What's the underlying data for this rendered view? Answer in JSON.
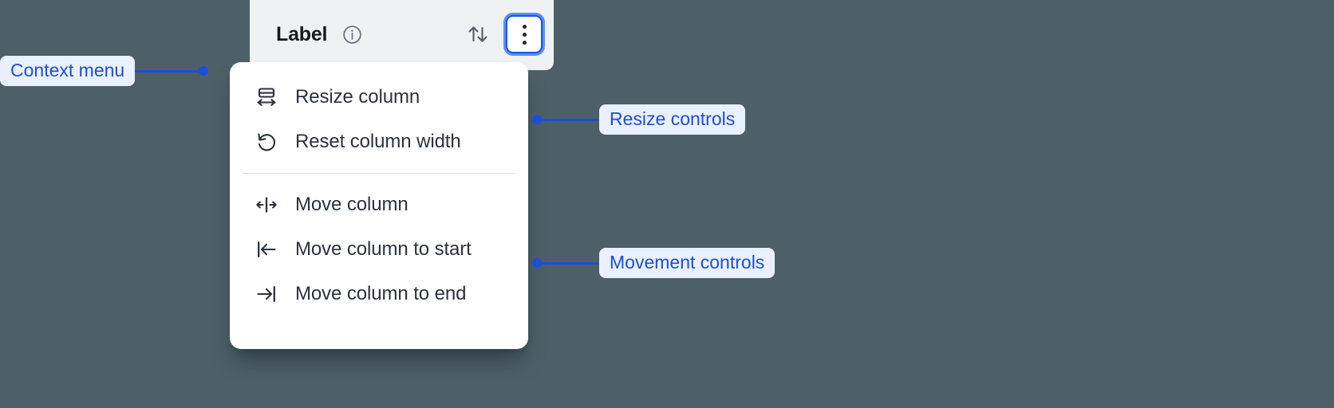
{
  "background_color": "#4d6068",
  "accent_color": "#1b4fd8",
  "column_header": {
    "label": "Label",
    "info_icon": "info-circle-icon",
    "sort_icon": "sort-up-down-icon",
    "menu_button_icon": "kebab-menu-icon",
    "menu_button_focused": true
  },
  "context_menu": {
    "groups": [
      {
        "name": "resize",
        "items": [
          {
            "icon": "resize-column-icon",
            "label": "Resize column"
          },
          {
            "icon": "reset-width-undo-icon",
            "label": "Reset column width"
          }
        ]
      },
      {
        "name": "movement",
        "items": [
          {
            "icon": "move-column-icon",
            "label": "Move column"
          },
          {
            "icon": "move-column-to-start-icon",
            "label": "Move column to start"
          },
          {
            "icon": "move-column-to-end-icon",
            "label": "Move column to end"
          }
        ]
      }
    ]
  },
  "annotations": [
    {
      "label": "Context menu",
      "side": "left"
    },
    {
      "label": "Resize controls",
      "side": "right"
    },
    {
      "label": "Movement controls",
      "side": "right"
    }
  ]
}
